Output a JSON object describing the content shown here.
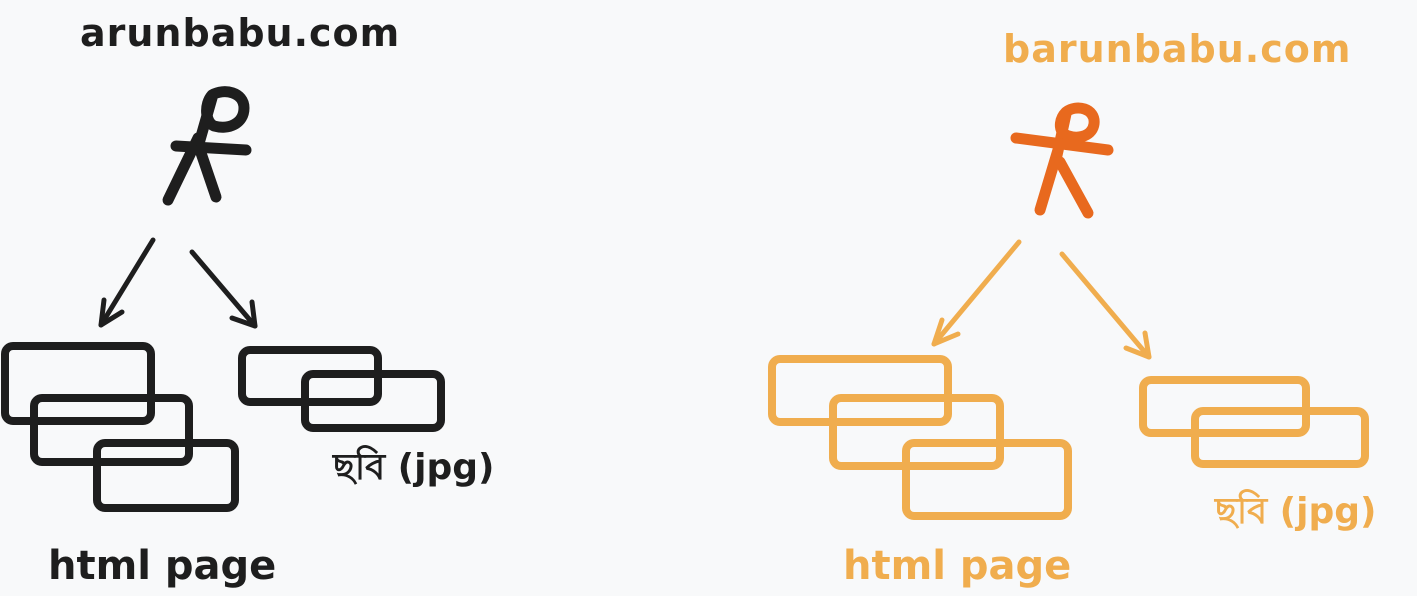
{
  "colors": {
    "ink": "#1e1e1e",
    "accent": "#f0ad4e",
    "person_accent": "#e8691e",
    "background": "#f8f9fa"
  },
  "left": {
    "site": "arunbabu.com",
    "html_label": "html page",
    "image_label": "ছবি (jpg)",
    "person_icon": "stick-figure-icon"
  },
  "right": {
    "site": "barunbabu.com",
    "html_label": "html page",
    "image_label": "ছবি (jpg)",
    "person_icon": "stick-figure-icon"
  }
}
